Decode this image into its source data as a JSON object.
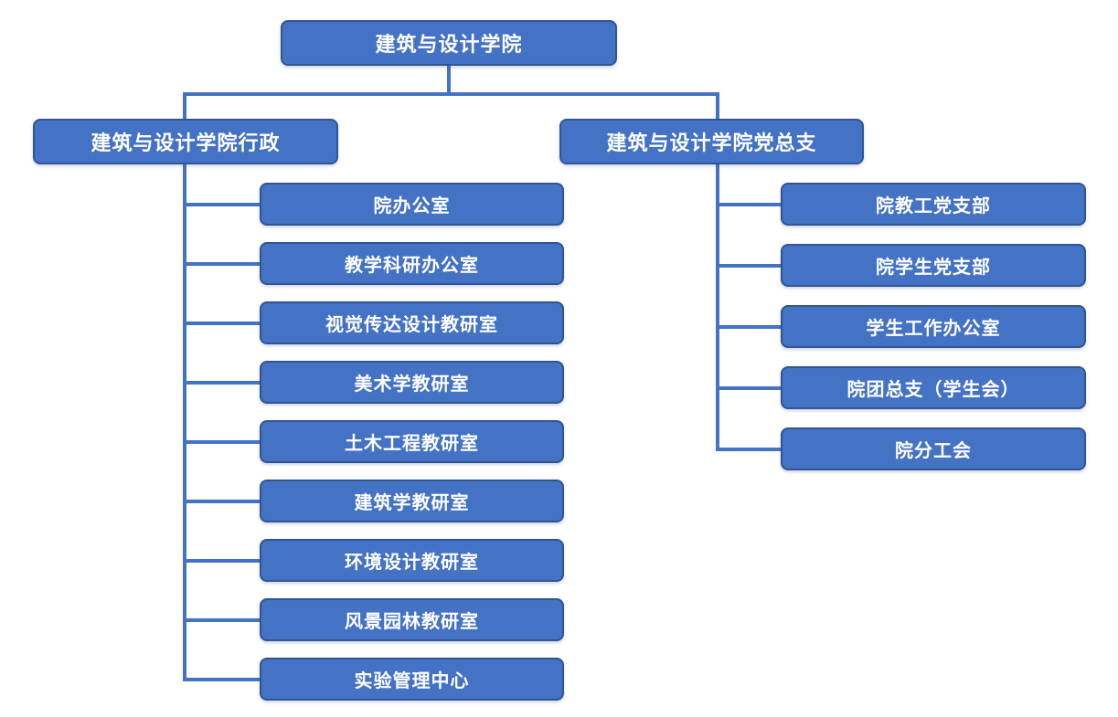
{
  "org": {
    "root": {
      "label": "建筑与设计学院"
    },
    "branches": [
      {
        "label": "建筑与设计学院行政",
        "children": [
          "院办公室",
          "教学科研办公室",
          "视觉传达设计教研室",
          "美术学教研室",
          "土木工程教研室",
          "建筑学教研室",
          "环境设计教研室",
          "风景园林教研室",
          "实验管理中心"
        ]
      },
      {
        "label": "建筑与设计学院党总支",
        "children": [
          "院教工党支部",
          "院学生党支部",
          "学生工作办公室",
          "院团总支（学生会）",
          "院分工会"
        ]
      }
    ]
  },
  "colors": {
    "node_fill": "#4472C4",
    "node_border": "#2F5597",
    "connector": "#4472C4",
    "node_text": "#FFFFFF",
    "background": "#FFFFFF"
  }
}
